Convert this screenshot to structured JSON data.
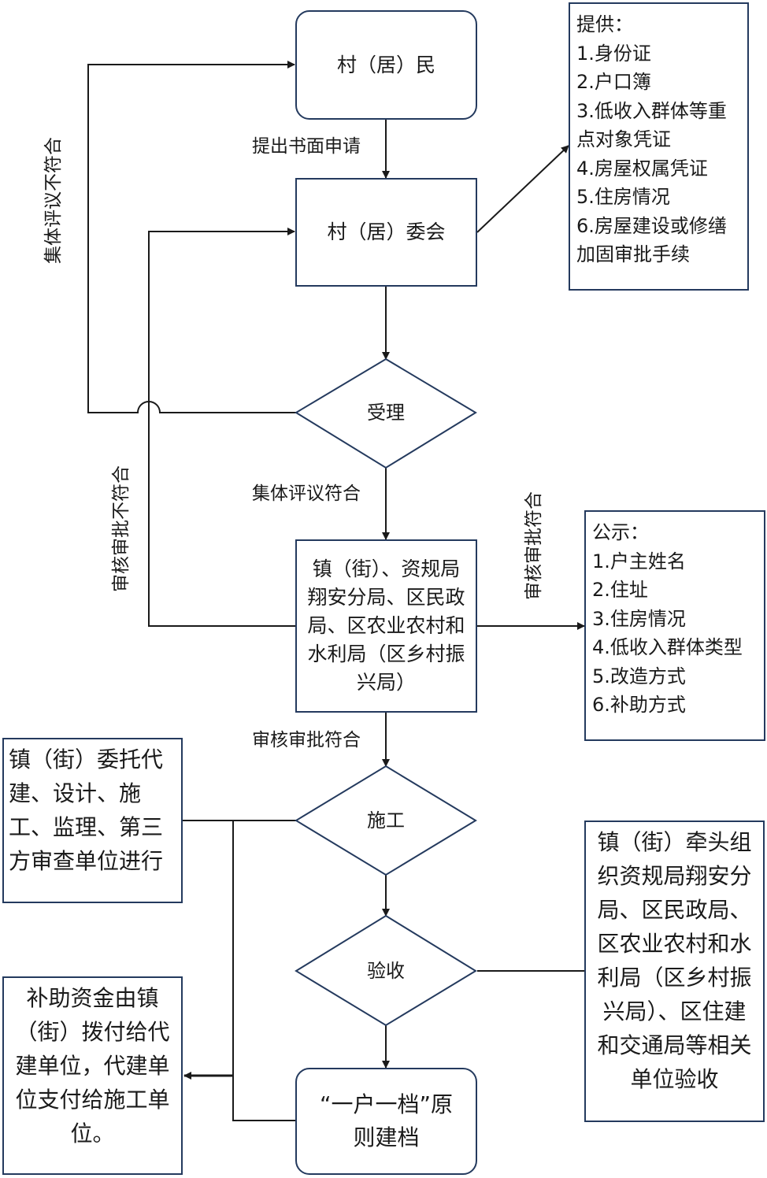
{
  "nodes": {
    "villager": "村（居）民",
    "committee": "村（居）委会",
    "accept": "受理",
    "review": [
      "镇（街）、资规局",
      "翔安分局、区民政",
      "局、区农业农村和",
      "水利局（区乡村振",
      "兴局）"
    ],
    "construction": "施工",
    "inspection": "验收",
    "archive": [
      "“一户一档”原",
      "则建档"
    ]
  },
  "notes": {
    "provide": [
      "提供：",
      "1.身份证",
      "2.户口簿",
      "3.低收入群体等重",
      "点对象凭证",
      "4.房屋权属凭证",
      "5.住房情况",
      "6.房屋建设或修缮",
      "加固审批手续"
    ],
    "publicize": [
      "公示：",
      "1.户主姓名",
      "2.住址",
      "3.住房情况",
      "4.低收入群体类型",
      "5.改造方式",
      "6.补助方式"
    ],
    "entrust": [
      "镇（街）委托代",
      "建、设计、施",
      "工、监理、第三",
      "方审查单位进行"
    ],
    "subsidy": [
      "补助资金由镇",
      "（街）拨付给代",
      "建单位，代建单",
      "位支付给施工单",
      "位。"
    ],
    "acceptance": [
      "镇（街）牵头组",
      "织资规局翔安分",
      "局、区民政局、",
      "区农业农村和水",
      "利局（区乡村振",
      "兴局）、区住建",
      "和交通局等相关",
      "单位验收"
    ]
  },
  "edge_labels": {
    "submit": "提出书面申请",
    "collective_pass": "集体评议符合",
    "collective_fail": "集体评议不符合",
    "review_fail": "审核审批不符合",
    "review_pass_right": "审核审批符合",
    "review_pass_down": "审核审批符合"
  },
  "colors": {
    "border": "#243a5e",
    "line": "#1a1a1a"
  }
}
